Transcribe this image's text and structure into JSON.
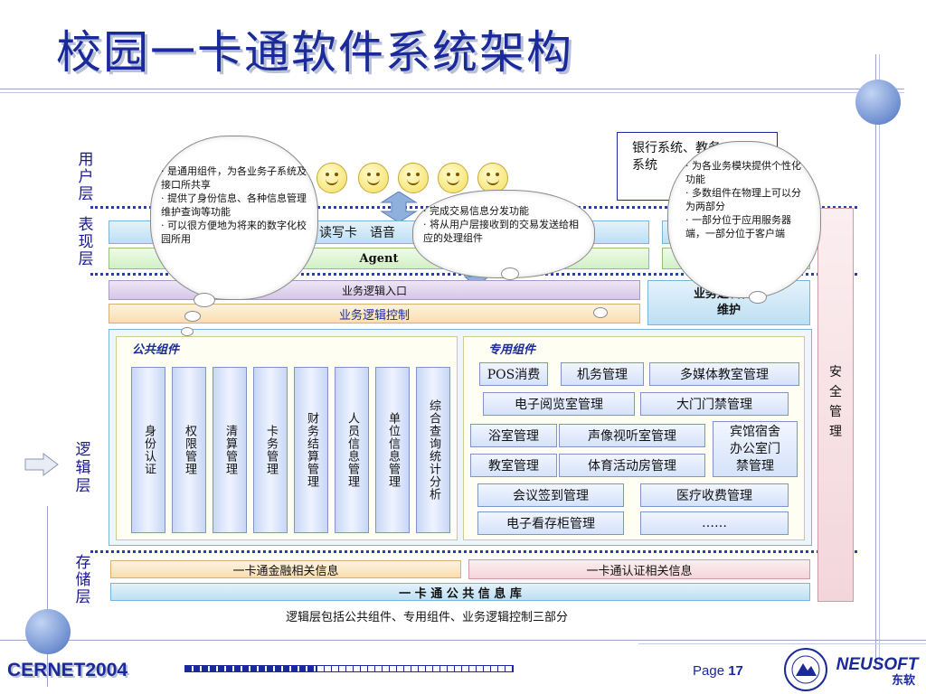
{
  "title": "校园一卡通软件系统架构",
  "layers": {
    "user": "用户层",
    "presentation": "表现层",
    "logic": "逻辑层",
    "storage": "存储层"
  },
  "presentation_layer": {
    "top_bar_text": "读写卡　语音",
    "top_bar_ellipsis": "…",
    "agent": "Agent",
    "right_bar_text": ""
  },
  "bank": {
    "text": "银行系统、教务系统"
  },
  "business": {
    "entry": "业务逻辑入口",
    "control": "业务逻辑控制",
    "maintenance": "业务逻辑管理维护"
  },
  "security": "安全管理",
  "public_components": {
    "header": "公共组件",
    "items": [
      "身份认证",
      "权限管理",
      "清算管理",
      "卡务管理",
      "财务结算管理",
      "人员信息管理",
      "单位信息管理",
      "综合查询统计分析"
    ]
  },
  "special_components": {
    "header": "专用组件",
    "items": [
      "POS消费",
      "机务管理",
      "多媒体教室管理",
      "电子阅览室管理",
      "大门门禁管理",
      "浴室管理",
      "声像视听室管理",
      "宾馆宿舍办公室门禁管理",
      "教室管理",
      "体育活动房管理",
      "会议签到管理",
      "医疗收费管理",
      "电子看存柜管理",
      "……"
    ]
  },
  "storage_layer": {
    "finance": "一卡通金融相关信息",
    "auth": "一卡通认证相关信息",
    "db": "一 卡 通 公 共 信 息 库"
  },
  "caption": "逻辑层包括公共组件、专用组件、业务逻辑控制三部分",
  "clouds": {
    "left": [
      "· 是通用组件，为各业务子系统及接口所共享",
      "· 提供了身份信息、各种信息管理维护查询等功能",
      "· 可以很方便地为将来的数字化校园所用"
    ],
    "middle": [
      "· 完成交易信息分发功能",
      "· 将从用户层接收到的交易发送给相应的处理组件"
    ],
    "right": [
      "· 为各业务模块提供个性化功能",
      "· 多数组件在物理上可以分为两部分",
      "· 一部分位于应用服务器端，一部分位于客户端"
    ]
  },
  "footer": {
    "brand": "CERNET2004",
    "page_label": "Page",
    "page_number": "17",
    "logo_en": "NEUSOFT",
    "logo_cn": "东软"
  },
  "colors": {
    "title": "#1a2a9a",
    "dotline": "#2b3bb0",
    "layer_label": "#1a1a90"
  }
}
